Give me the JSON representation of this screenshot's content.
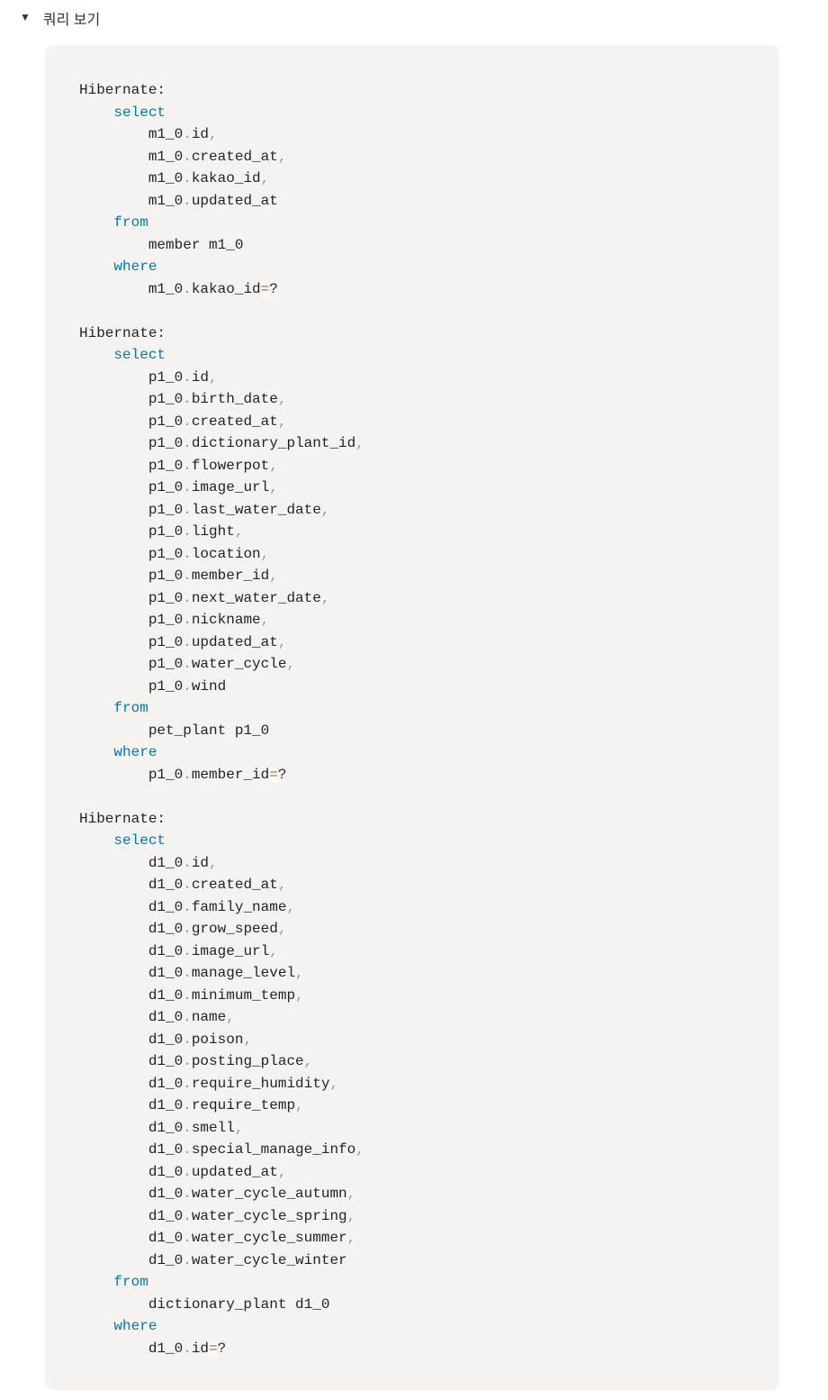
{
  "disclosure": {
    "marker_icon": "▼",
    "label": "쿼리 보기",
    "expanded": true
  },
  "code_block": {
    "language": "sql",
    "theme": {
      "background": "#f5f2f0",
      "text_color": "#222222",
      "keyword_color": "#0077aa",
      "punctuation_color": "#999999",
      "operator_color": "#9a6e3a"
    },
    "keywords": [
      "select",
      "from",
      "where"
    ],
    "queries": [
      {
        "lines": [
          "Hibernate:",
          "    select",
          "        m1_0.id,",
          "        m1_0.created_at,",
          "        m1_0.kakao_id,",
          "        m1_0.updated_at",
          "    from",
          "        member m1_0",
          "    where",
          "        m1_0.kakao_id=?"
        ]
      },
      {
        "lines": [
          "Hibernate:",
          "    select",
          "        p1_0.id,",
          "        p1_0.birth_date,",
          "        p1_0.created_at,",
          "        p1_0.dictionary_plant_id,",
          "        p1_0.flowerpot,",
          "        p1_0.image_url,",
          "        p1_0.last_water_date,",
          "        p1_0.light,",
          "        p1_0.location,",
          "        p1_0.member_id,",
          "        p1_0.next_water_date,",
          "        p1_0.nickname,",
          "        p1_0.updated_at,",
          "        p1_0.water_cycle,",
          "        p1_0.wind",
          "    from",
          "        pet_plant p1_0",
          "    where",
          "        p1_0.member_id=?"
        ]
      },
      {
        "lines": [
          "Hibernate:",
          "    select",
          "        d1_0.id,",
          "        d1_0.created_at,",
          "        d1_0.family_name,",
          "        d1_0.grow_speed,",
          "        d1_0.image_url,",
          "        d1_0.manage_level,",
          "        d1_0.minimum_temp,",
          "        d1_0.name,",
          "        d1_0.poison,",
          "        d1_0.posting_place,",
          "        d1_0.require_humidity,",
          "        d1_0.require_temp,",
          "        d1_0.smell,",
          "        d1_0.special_manage_info,",
          "        d1_0.updated_at,",
          "        d1_0.water_cycle_autumn,",
          "        d1_0.water_cycle_spring,",
          "        d1_0.water_cycle_summer,",
          "        d1_0.water_cycle_winter",
          "    from",
          "        dictionary_plant d1_0",
          "    where",
          "        d1_0.id=?"
        ]
      }
    ]
  }
}
